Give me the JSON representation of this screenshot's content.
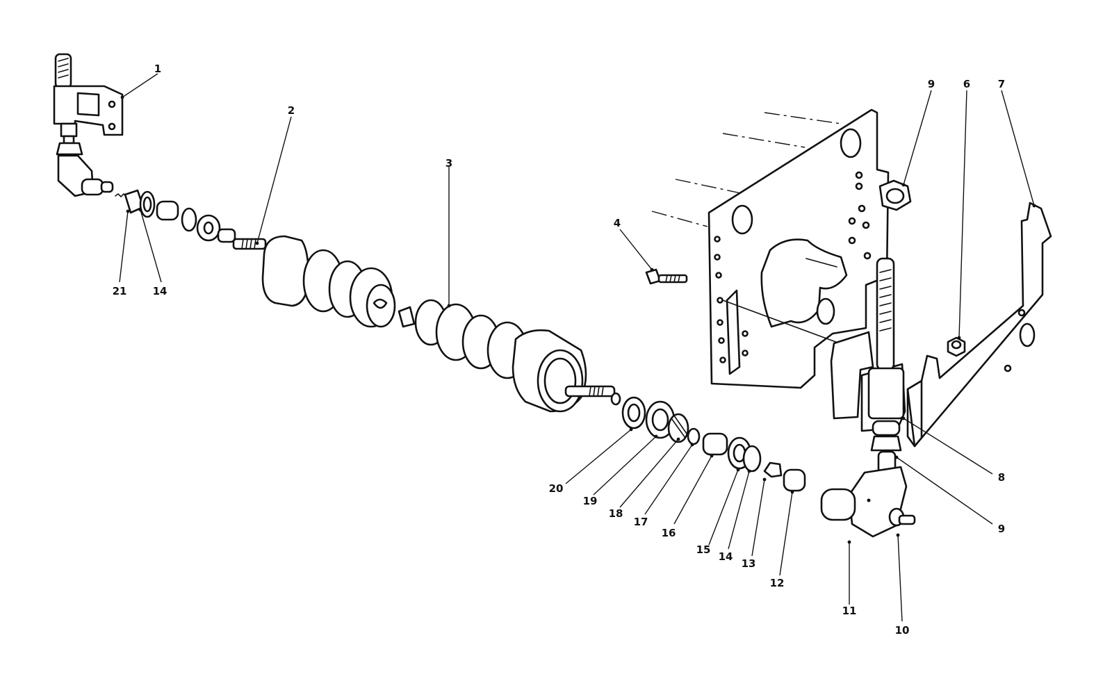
{
  "callouts": {
    "c1": "1",
    "c2": "2",
    "c3": "3",
    "c4": "4",
    "c6": "6",
    "c7": "7",
    "c8": "8",
    "c9a": "9",
    "c9b": "9",
    "c10": "10",
    "c11": "11",
    "c12": "12",
    "c13": "13",
    "c14a": "14",
    "c14b": "14",
    "c15": "15",
    "c16": "16",
    "c17": "17",
    "c18": "18",
    "c19": "19",
    "c20": "20",
    "c21": "21"
  }
}
